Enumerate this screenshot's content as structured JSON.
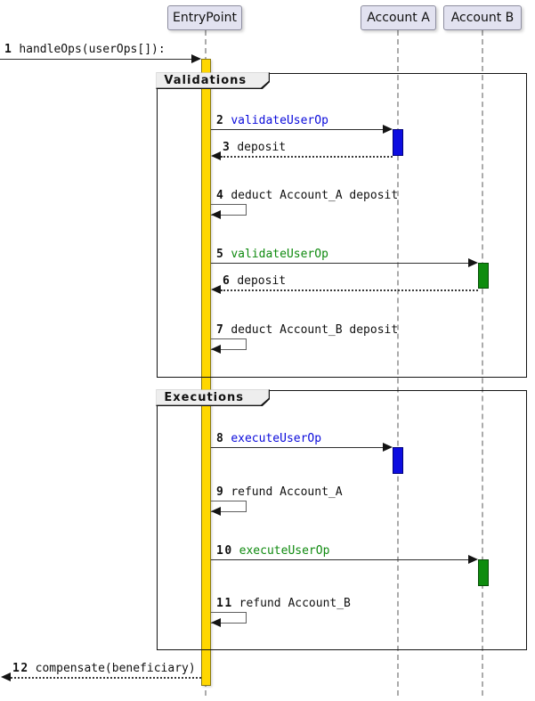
{
  "diagram": {
    "type": "sequence-diagram"
  },
  "participants": [
    {
      "name": "EntryPoint"
    },
    {
      "name": "Account A"
    },
    {
      "name": "Account B"
    }
  ],
  "frames": [
    {
      "label": "Validations"
    },
    {
      "label": "Executions"
    }
  ],
  "messages": [
    {
      "num": "1",
      "text": "handleOps(userOps[]):",
      "from": "external",
      "to": "EntryPoint",
      "style": "solid"
    },
    {
      "num": "2",
      "text": "validateUserOp",
      "from": "EntryPoint",
      "to": "Account A",
      "style": "solid",
      "color": "#0B0BDB"
    },
    {
      "num": "3",
      "text": "deposit",
      "from": "Account A",
      "to": "EntryPoint",
      "style": "dotted"
    },
    {
      "num": "4",
      "text": "deduct Account_A deposit",
      "from": "EntryPoint",
      "to": "EntryPoint",
      "style": "self"
    },
    {
      "num": "5",
      "text": "validateUserOp",
      "from": "EntryPoint",
      "to": "Account B",
      "style": "solid",
      "color": "#0F8A0F"
    },
    {
      "num": "6",
      "text": "deposit",
      "from": "Account B",
      "to": "EntryPoint",
      "style": "dotted"
    },
    {
      "num": "7",
      "text": "deduct Account_B deposit",
      "from": "EntryPoint",
      "to": "EntryPoint",
      "style": "self"
    },
    {
      "num": "8",
      "text": "executeUserOp",
      "from": "EntryPoint",
      "to": "Account A",
      "style": "solid",
      "color": "#0B0BDB"
    },
    {
      "num": "9",
      "text": "refund Account_A",
      "from": "EntryPoint",
      "to": "EntryPoint",
      "style": "self"
    },
    {
      "num": "10",
      "text": "executeUserOp",
      "from": "EntryPoint",
      "to": "Account B",
      "style": "solid",
      "color": "#0F8A0F"
    },
    {
      "num": "11",
      "text": "refund Account_B",
      "from": "EntryPoint",
      "to": "EntryPoint",
      "style": "self"
    },
    {
      "num": "12",
      "text": "compensate(beneficiary)",
      "from": "EntryPoint",
      "to": "external",
      "style": "dotted"
    }
  ],
  "colors": {
    "participant_fill": "#E2E2F0",
    "entrypoint_activation": "#FFD700",
    "account_a_activation": "#0D0DE0",
    "account_b_activation": "#0E8C0E"
  }
}
